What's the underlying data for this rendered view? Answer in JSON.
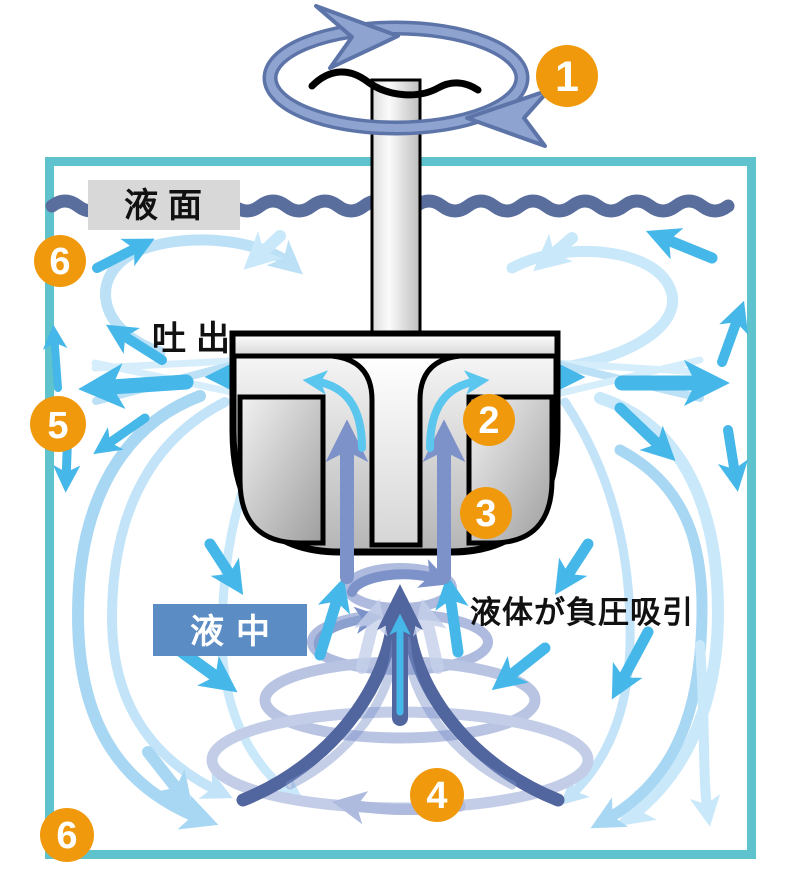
{
  "diagram": {
    "labels": {
      "liquid_surface": "液面",
      "discharge": "吐出",
      "in_liquid": "液中",
      "suction_note": "液体が負圧吸引"
    },
    "badges": {
      "b1": "1",
      "b2": "2",
      "b3": "3",
      "b4": "4",
      "b5": "5",
      "b6_top": "6",
      "b6_bottom": "6"
    },
    "colors": {
      "tank_border": "#5FC3CD",
      "liquid_surface_line": "#5A6E9E",
      "badge_orange": "#F0990D",
      "arrow_cyan": "#45B7E8",
      "arrow_channel_cyan": "#5BC6EE",
      "arrow_light_blue": "#A8D7F3",
      "arrow_lighter_blue": "#C3E4F8",
      "arrow_faint_blue": "#C9E8FA",
      "arrow_slate_blue": "#7D92C9",
      "vortex_funnel_navy": "#51669E",
      "vortex_ring": "#AEBBDE",
      "rotation_ring_fill": "#8FA3D0",
      "rotation_ring_outline": "#5C74A8",
      "surface_label_bg": "#D8D8D8",
      "in_liquid_label_bg": "#5B8CC4",
      "device_outline": "#000000",
      "device_fill_light": "#F2F2F2",
      "device_fill_dark": "#ABABAB"
    }
  }
}
